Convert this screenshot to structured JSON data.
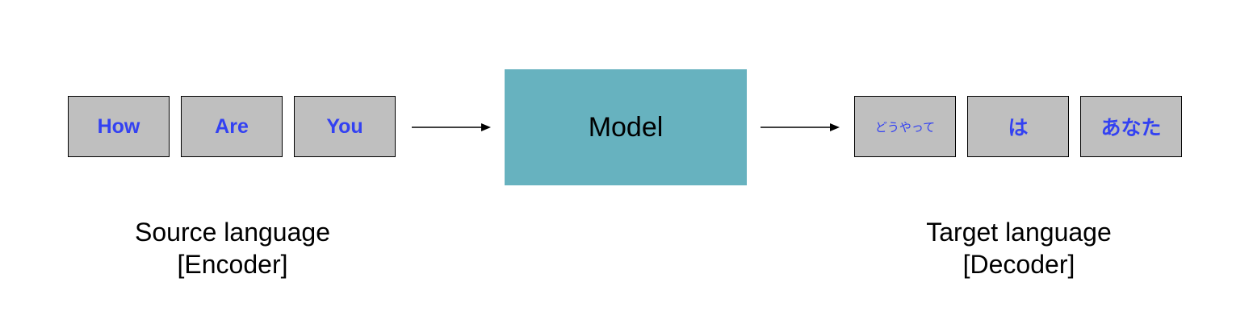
{
  "source_tokens": [
    "How",
    "Are",
    "You"
  ],
  "model_label": "Model",
  "target_tokens": [
    "どうやって",
    "は",
    "あなた"
  ],
  "source_caption": {
    "line1": "Source language",
    "line2": "[Encoder]"
  },
  "target_caption": {
    "line1": "Target language",
    "line2": "[Decoder]"
  },
  "colors": {
    "token_fill": "#bfbfbf",
    "token_text": "#3341f2",
    "model_fill": "#67b2bf"
  }
}
